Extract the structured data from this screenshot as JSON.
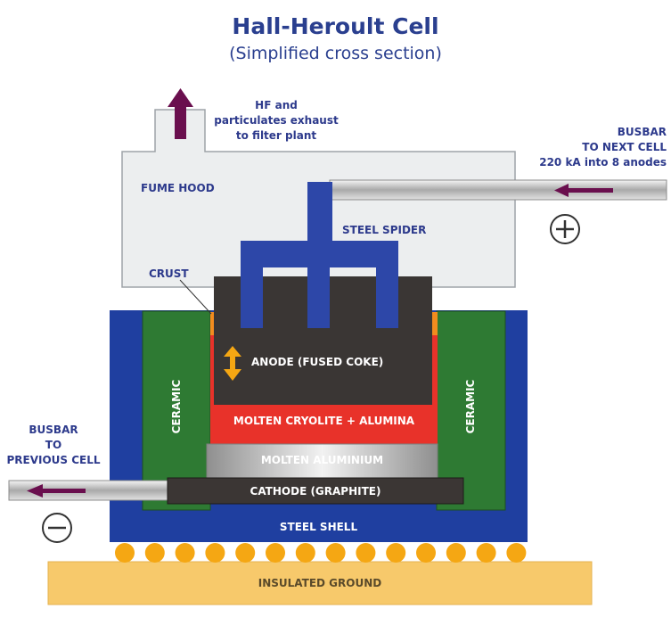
{
  "title": "Hall-Heroult Cell",
  "subtitle": "(Simplified cross section)",
  "labels": {
    "exhaust_line1": "HF and",
    "exhaust_line2": "particulates exhaust",
    "exhaust_line3": "to filter plant",
    "busbar_next_line1": "BUSBAR",
    "busbar_next_line2": "TO NEXT CELL",
    "busbar_next_line3": "220 kA into 8 anodes",
    "fume_hood": "FUME HOOD",
    "steel_spider": "STEEL SPIDER",
    "crust": "CRUST",
    "anode": "ANODE (FUSED COKE)",
    "ceramic_left": "CERAMIC",
    "ceramic_right": "CERAMIC",
    "molten_cryolite": "MOLTEN CRYOLITE + ALUMINA",
    "molten_aluminium": "MOLTEN ALUMINIUM",
    "busbar_prev_line1": "BUSBAR",
    "busbar_prev_line2": "TO",
    "busbar_prev_line3": "PREVIOUS CELL",
    "cathode": "CATHODE (GRAPHITE)",
    "steel_shell": "STEEL SHELL",
    "insulated_ground": "INSULATED GROUND"
  },
  "colors": {
    "navy_text": "#2d3a8c",
    "steel_shell": "#1f3fa0",
    "ceramic": "#2e7a33",
    "anode": "#3a3634",
    "cryolite": "#e8322a",
    "aluminium": "#b8b8b8",
    "cathode": "#3b3634",
    "hood": "#eceeef",
    "ground": "#f7c96b",
    "support_ball": "#f5a713",
    "crust": "#f28c1f",
    "arrow": "#6a0f4e"
  }
}
